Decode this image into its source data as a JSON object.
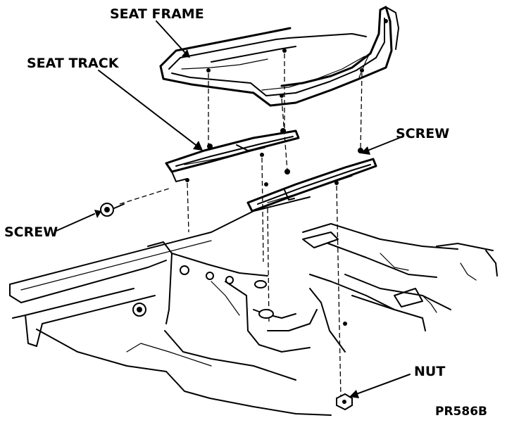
{
  "labels": {
    "seat_frame": "SEAT FRAME",
    "seat_track": "SEAT TRACK",
    "screw_right": "SCREW",
    "screw_left": "SCREW",
    "nut": "NUT",
    "figure_code": "PR586B"
  }
}
